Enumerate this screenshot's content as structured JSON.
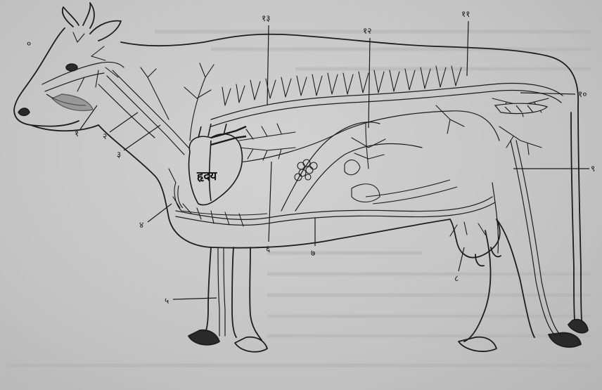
{
  "diagram": {
    "heart_label": "हृदय",
    "labels": [
      {
        "id": "1",
        "text": "१"
      },
      {
        "id": "2",
        "text": "२"
      },
      {
        "id": "3",
        "text": "३"
      },
      {
        "id": "4",
        "text": "४"
      },
      {
        "id": "5",
        "text": "५"
      },
      {
        "id": "6",
        "text": "६"
      },
      {
        "id": "7",
        "text": "७"
      },
      {
        "id": "8",
        "text": "८"
      },
      {
        "id": "9",
        "text": "९"
      },
      {
        "id": "10",
        "text": "१०"
      },
      {
        "id": "11",
        "text": "११"
      },
      {
        "id": "12",
        "text": "१२"
      },
      {
        "id": "13",
        "text": "१३"
      }
    ],
    "corner_mark": "०"
  }
}
